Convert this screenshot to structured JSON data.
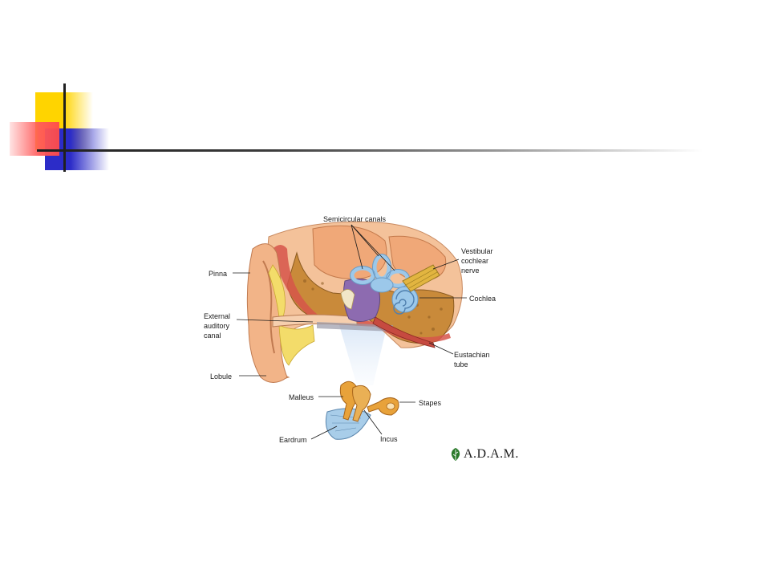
{
  "diagram": {
    "labels": {
      "semicircular_canals": "Semicircular canals",
      "vestibular_cochlear_nerve": "Vestibular\ncochlear\nnerve",
      "pinna": "Pinna",
      "cochlea": "Cochlea",
      "external_auditory_canal": "External\nauditory\ncanal",
      "eustachian_tube": "Eustachian\ntube",
      "lobule": "Lobule",
      "malleus": "Malleus",
      "stapes": "Stapes",
      "eardrum": "Eardrum",
      "incus": "Incus"
    },
    "logo_text": "A.D.A.M."
  },
  "colors": {
    "skin": "#f2b488",
    "bone": "#c98a3a",
    "fat": "#f3dc6a",
    "canal_blue": "#9cc8ea",
    "ossicle": "#e8a23a",
    "logo_green": "#2a7a2a"
  }
}
